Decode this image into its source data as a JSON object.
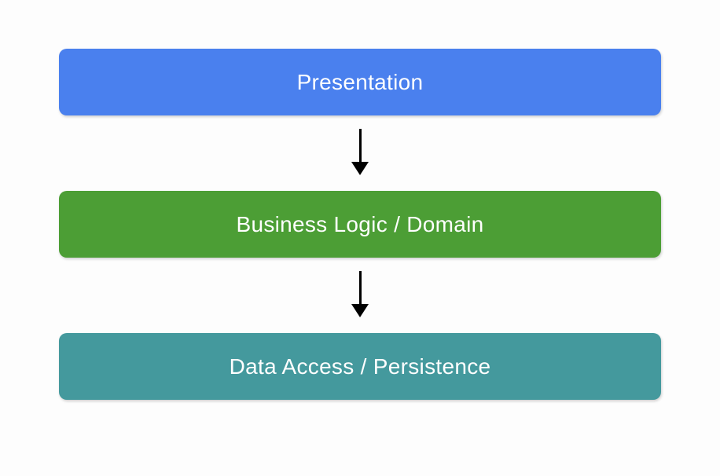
{
  "diagram": {
    "background": "#FDFDFD",
    "text_color": "#FFFFFF",
    "arrow_color": "#000000",
    "layers": [
      {
        "label": "Presentation",
        "color": "#4A80EE"
      },
      {
        "label": "Business Logic / Domain",
        "color": "#4C9E35"
      },
      {
        "label": "Data Access / Persistence",
        "color": "#44999D"
      }
    ]
  }
}
